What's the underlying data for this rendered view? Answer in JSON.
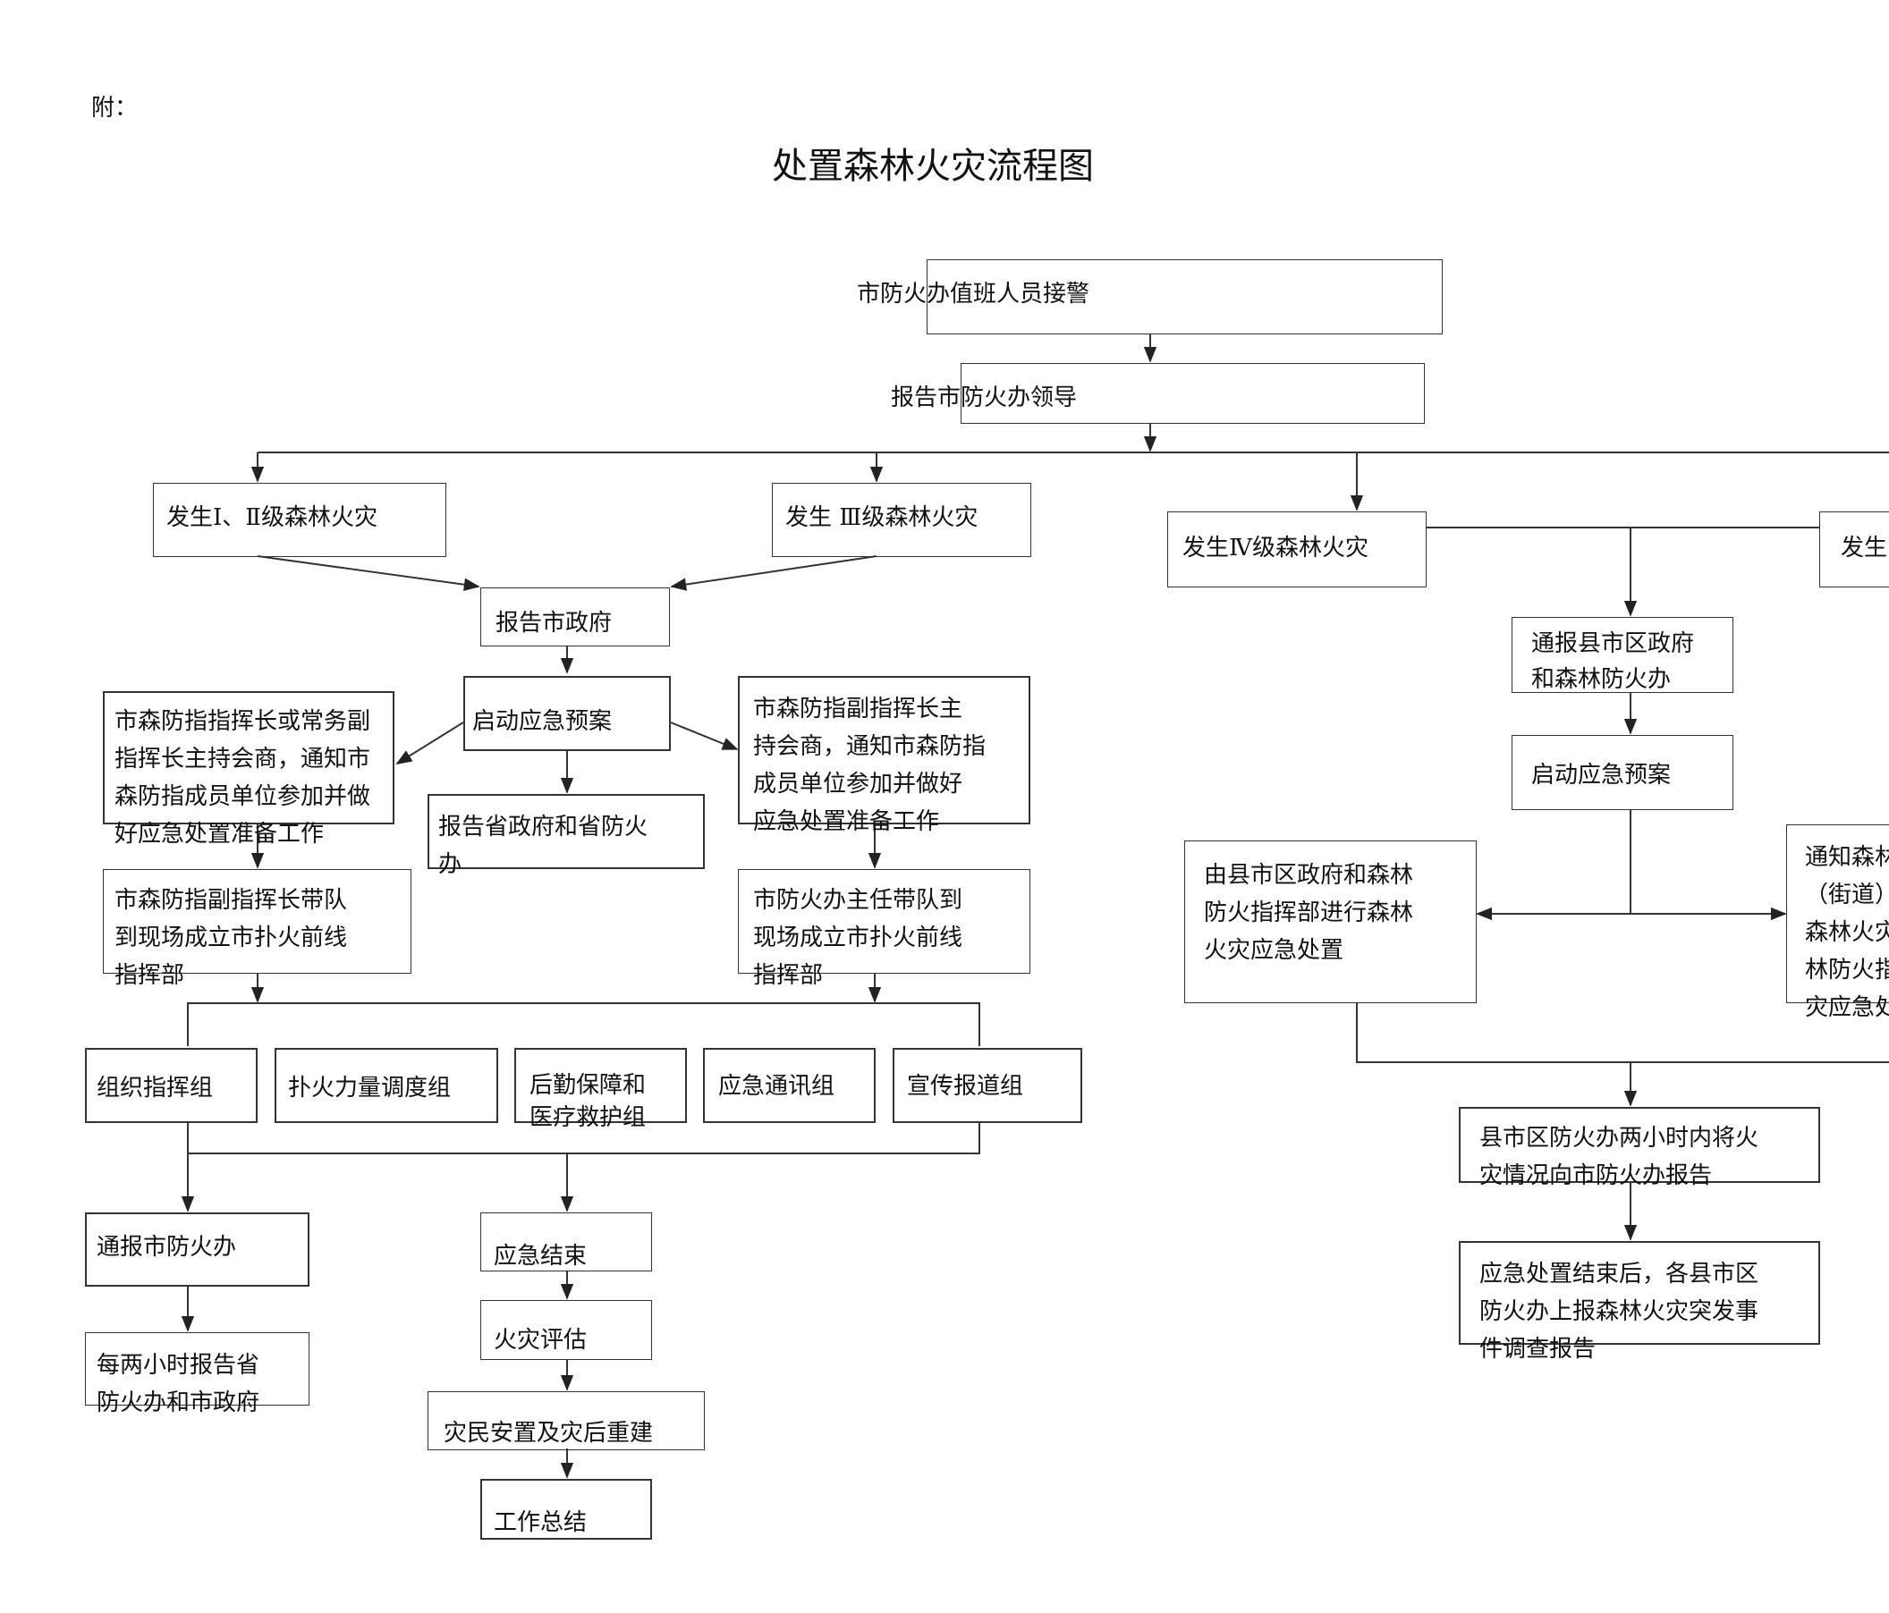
{
  "annex_label": "附：",
  "title": "处置森林火灾流程图",
  "nodes": {
    "receive_alarm": "市防火办值班人员接警",
    "report_leader": "报告市防火办领导",
    "level_1_2": "发生Ⅰ、Ⅱ级森林火灾",
    "level_3": "发生 Ⅲ级森林火灾",
    "level_4": "发生Ⅳ级森林火灾",
    "right_cut_fire": "发生",
    "report_city_gov": "报告市政府",
    "start_plan_city": "启动应急预案",
    "commander_meeting": "市森防指指挥长或常务副\n指挥长主持会商，通知市\n森防指成员单位参加并做\n好应急处置准备工作",
    "deputy_meeting": "市森防指副指挥长主\n持会商，通知市森防指\n成员单位参加并做好\n应急处置准备工作",
    "report_province": "报告省政府和省防火\n办",
    "deputy_field_hq": "市森防指副指挥长带队\n到现场成立市扑火前线\n指挥部",
    "director_field_hq": "市防火办主任带队到\n现场成立市扑火前线\n指挥部",
    "group_command": "组织指挥组",
    "group_dispatch": "扑火力量调度组",
    "group_logistics": "后勤保障和\n医疗救护组",
    "group_comms": "应急通讯组",
    "group_publicity": "宣传报道组",
    "notify_city_office": "通报市防火办",
    "report_every_2h": "每两小时报告省\n防火办和市政府",
    "emergency_end": "应急结束",
    "fire_assessment": "火灾评估",
    "resettlement": "灾民安置及灾后重建",
    "work_summary": "工作总结",
    "notify_county": "通报县市区政府\n和森林防火办",
    "start_plan_county": "启动应急预案",
    "county_handles": "由县市区政府和森林\n防火指挥部进行森林\n火灾应急处置",
    "notify_forest_cut": "通知森林\n（街道）\n森林火灾\n林防火指\n灾应急处",
    "county_report_2h": "县市区防火办两小时内将火\n灾情况向市防火办报告",
    "county_final_report": "应急处置结束后，各县市区\n防火办上报森林火灾突发事\n件调查报告"
  }
}
